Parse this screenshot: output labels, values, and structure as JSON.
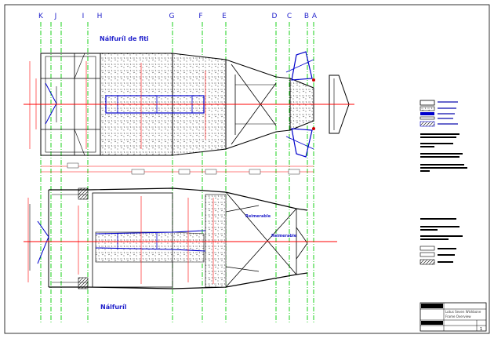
{
  "station_labels": [
    {
      "id": "K",
      "label": "K"
    },
    {
      "id": "J",
      "label": "J"
    },
    {
      "id": "I",
      "label": "I"
    },
    {
      "id": "H",
      "label": "H"
    },
    {
      "id": "G",
      "label": "G"
    },
    {
      "id": "F",
      "label": "F"
    },
    {
      "id": "E",
      "label": "E"
    },
    {
      "id": "D",
      "label": "D"
    },
    {
      "id": "C",
      "label": "C"
    },
    {
      "id": "B",
      "label": "B"
    },
    {
      "id": "A",
      "label": "A"
    }
  ],
  "views": {
    "top_view_label": "Nálfuríl de fiti",
    "bottom_view_label": "Nálfuríl",
    "bottom_tag_1": "Reimerable",
    "bottom_tag_2": "Reimerable"
  },
  "colors": {
    "frame": "#000000",
    "station_line": "#00cc00",
    "centerline": "#ff0000",
    "dimension": "#ff0000",
    "highlight": "#0000cc",
    "label": "#2222cc"
  },
  "title_block": {
    "row1": "Lotus Seven Wishbone",
    "row2": "Frame Overview",
    "sheet_no": "1"
  }
}
